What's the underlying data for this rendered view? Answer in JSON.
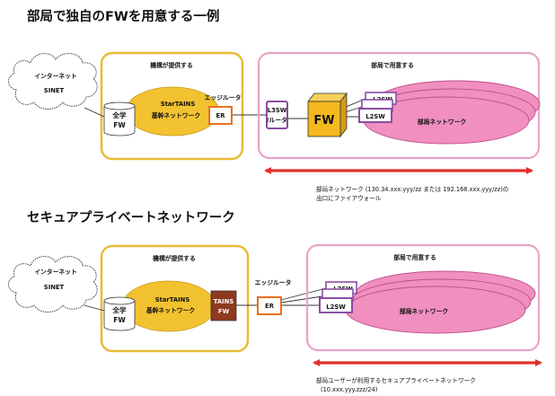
{
  "section1": {
    "title": "部局で独自のFWを用意する一例",
    "provided_area_label": "機構が提供する",
    "department_area_label": "部局で用意する",
    "cloud_internet": "インターネット",
    "cloud_sinet": "SINET",
    "fw_cylinder": [
      "全学",
      "FW"
    ],
    "backbone": [
      "StarTAINS",
      "基幹ネットワーク"
    ],
    "edge_router_label": "エッジルータ",
    "er": "ER",
    "l3sw": [
      "L3SW",
      "/ルータ"
    ],
    "fw": "FW",
    "l2sw": "L2SW",
    "l2sw_back": "L2SW",
    "dept_network": "部局ネットワーク",
    "note_line1": "部局ネットワーク (130.34.xxx.yyy/zz または 192.168.xxx.yyy/zz)の",
    "note_line2": "出口にファイアウォール"
  },
  "section2": {
    "title": "セキュアプライベートネットワーク",
    "provided_area_label": "機構が提供する",
    "department_area_label": "部局で用意する",
    "cloud_internet": "インターネット",
    "cloud_sinet": "SINET",
    "fw_cylinder": [
      "全学",
      "FW"
    ],
    "backbone": [
      "StarTAINS",
      "基幹ネットワーク"
    ],
    "tains_fw": [
      "TAINS",
      "FW"
    ],
    "edge_router_label": "エッジルータ",
    "er": "ER",
    "l2sw": "L2SW",
    "l2sw_back": "L2SW",
    "dept_network": "部局ネットワーク",
    "note_line1": "部局ユーザーが利用するセキュアプライベートネットワーク",
    "note_line2": "(10.xxx.yyy.zzz/24)"
  },
  "colors": {
    "provided_border": "#e9bb38",
    "backbone_fill": "#f2c230",
    "department_border": "#e9a3c7",
    "network_fill": "#f08fc0",
    "network_edge": "#c04f8a",
    "switch_border": "#8a4ea3",
    "er_border": "#e9701c",
    "fw_box": "#f4b81e",
    "tains_fw": "#8e3a1f",
    "arrow": "#e0302e"
  }
}
